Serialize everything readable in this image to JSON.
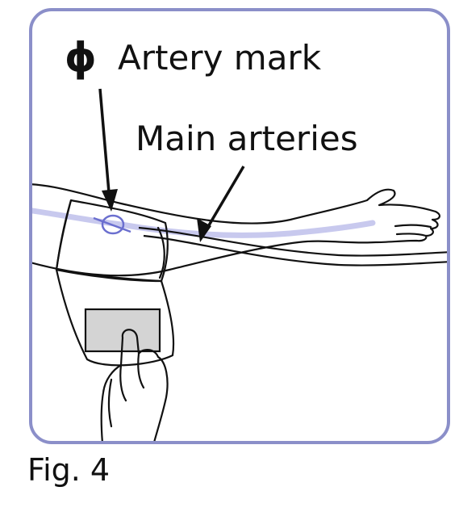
{
  "labels": {
    "artery_symbol": "ϕ",
    "artery_mark": "Artery mark",
    "main_arteries": "Main arteries"
  },
  "caption": "Fig. 4",
  "colors": {
    "frame": "#8b8fc9",
    "artery_line": "#c8c9ee",
    "mark": "#6b6fcf",
    "screen": "#d4d4d4"
  }
}
